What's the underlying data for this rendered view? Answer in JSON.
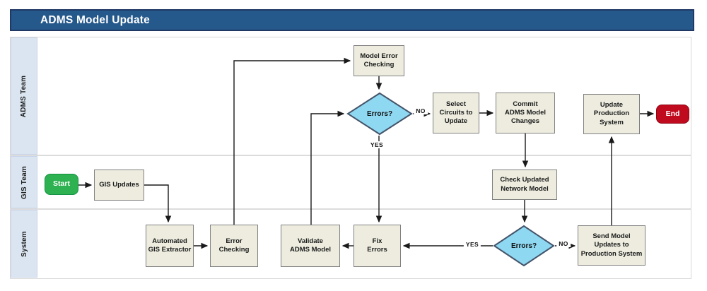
{
  "title": "ADMS Model Update",
  "lanes": [
    {
      "label": "ADMS Team"
    },
    {
      "label": "GIS Team"
    },
    {
      "label": "System"
    }
  ],
  "nodes": {
    "start": {
      "type": "terminator",
      "lines": [
        "Start"
      ]
    },
    "gis_updates": {
      "type": "process",
      "lines": [
        "GIS Updates"
      ]
    },
    "automated_gis_extractor": {
      "type": "process",
      "lines": [
        "Automated",
        "GIS Extractor"
      ]
    },
    "error_checking": {
      "type": "process",
      "lines": [
        "Error",
        "Checking"
      ]
    },
    "model_error_checking": {
      "type": "process",
      "lines": [
        "Model Error",
        "Checking"
      ]
    },
    "errors_decision_1": {
      "type": "decision",
      "lines": [
        "Errors?"
      ]
    },
    "select_circuits": {
      "type": "process",
      "lines": [
        "Select",
        "Circuits to",
        "Update"
      ]
    },
    "commit_changes": {
      "type": "process",
      "lines": [
        "Commit",
        "ADMS Model",
        "Changes"
      ]
    },
    "check_updated_model": {
      "type": "process",
      "lines": [
        "Check Updated",
        "Network Model"
      ]
    },
    "errors_decision_2": {
      "type": "decision",
      "lines": [
        "Errors?"
      ]
    },
    "send_model_updates": {
      "type": "process",
      "lines": [
        "Send Model",
        "Updates to",
        "Production System"
      ]
    },
    "update_production": {
      "type": "process",
      "lines": [
        "Update",
        "Production",
        "System"
      ]
    },
    "end": {
      "type": "terminator",
      "lines": [
        "End"
      ]
    },
    "validate_adms_model": {
      "type": "process",
      "lines": [
        "Validate",
        "ADMS Model"
      ]
    },
    "fix_errors": {
      "type": "process",
      "lines": [
        "Fix",
        "Errors"
      ]
    }
  },
  "edge_labels": {
    "errors1_no": "NO",
    "errors1_yes": "YES",
    "errors2_no": "NO",
    "errors2_yes": "YES"
  },
  "colors": {
    "header_bg": "#25598c",
    "header_border": "#1f3864",
    "lane_label_bg": "#dbe5f1",
    "process_fill": "#edecdf",
    "process_border": "#808080",
    "decision_fill": "#8ed8f2",
    "decision_border": "#44546a",
    "start_fill": "#2eb150",
    "end_fill": "#c00a1e",
    "connector": "#1a1a1a"
  }
}
